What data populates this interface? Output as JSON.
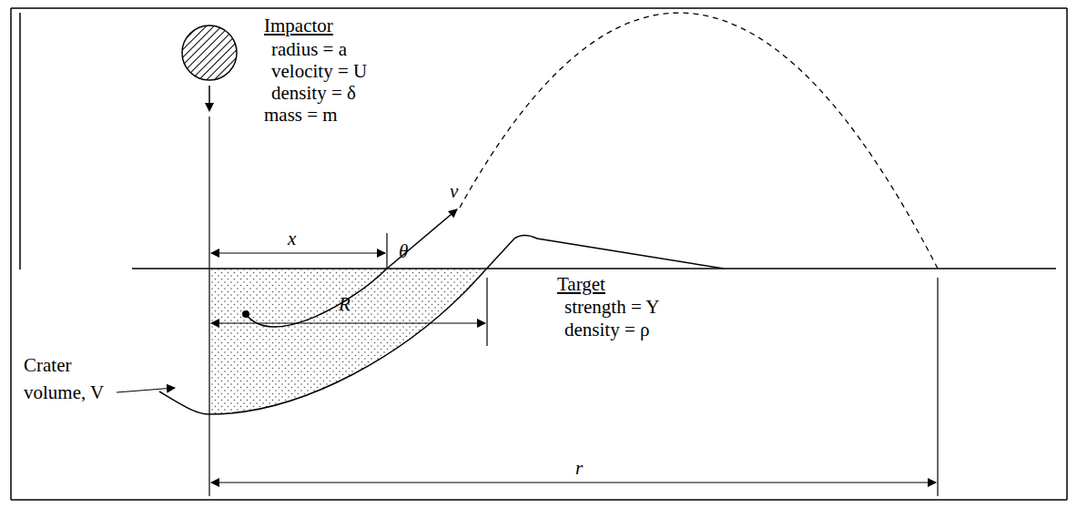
{
  "diagram": {
    "labels": [
      "Impactor",
      "radius = a",
      "velocity = U",
      "density = δ",
      "mass = m",
      "x",
      "v",
      "θ",
      "Target",
      "strength = Y",
      "density = ρ",
      "Crater volume, V",
      "R",
      "r"
    ]
  }
}
